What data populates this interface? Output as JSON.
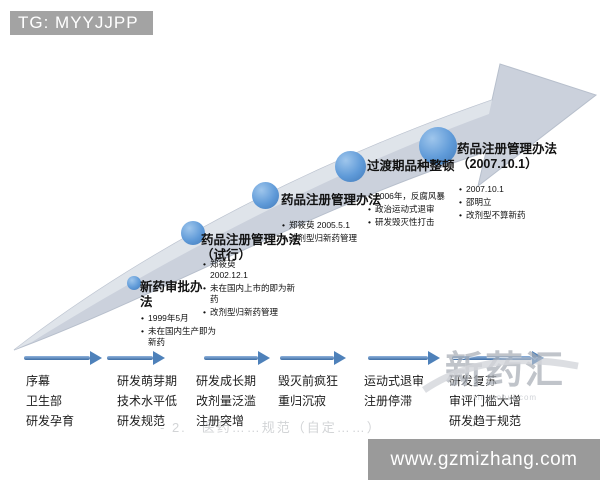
{
  "badge": {
    "text": "TG: MYYJJPP"
  },
  "milestones": [
    {
      "title": "新药审批办法",
      "bullets": [
        "1999年5月",
        "未在国内生产即为新药"
      ]
    },
    {
      "title": "药品注册管理办法（试行）",
      "bullets": [
        "郑筱萸 2002.12.1",
        "未在国内上市的即为新药",
        "改剂型归新药管理"
      ]
    },
    {
      "title": "药品注册管理办法",
      "bullets": [
        "郑筱萸 2005.5.1",
        "改剂型归新药管理"
      ]
    },
    {
      "title": "过渡期品种整顿",
      "bullets": [
        "2006年，反腐风暴",
        "政治运动式退审",
        "研发毁灭性打击"
      ]
    },
    {
      "title": "药品注册管理办法（2007.10.1）",
      "bullets": [
        "2007.10.1",
        "邵明立",
        "改剂型不算新药"
      ]
    }
  ],
  "stages": [
    {
      "lines": [
        "序幕",
        "卫生部",
        "研发孕育"
      ]
    },
    {
      "lines": [
        "研发萌芽期",
        "技术水平低",
        "研发规范"
      ]
    },
    {
      "lines": [
        "研发成长期",
        "改剂量泛滥",
        "注册突增"
      ]
    },
    {
      "lines": [
        "毁灭前疯狂",
        "重归沉寂"
      ]
    },
    {
      "lines": [
        "运动式退审",
        "注册停滞"
      ]
    },
    {
      "lines": [
        "研发复苏",
        "审评门槛大增",
        "研发趋于规范"
      ]
    }
  ],
  "watermark": {
    "logo": "新药汇",
    "logo_sub": "xinyaohui.com",
    "bar_text": "www.gzmizhang.com",
    "ghost_text": "- 2.　医药……规范（自定……）"
  },
  "colors": {
    "arrow_blue": "#4e81ba",
    "dot_blue": "#5f9ad8",
    "swoosh_gray": "#cbd1dc",
    "badge_gray": "#a3a3a3",
    "bar_gray": "#9a9a9a"
  }
}
